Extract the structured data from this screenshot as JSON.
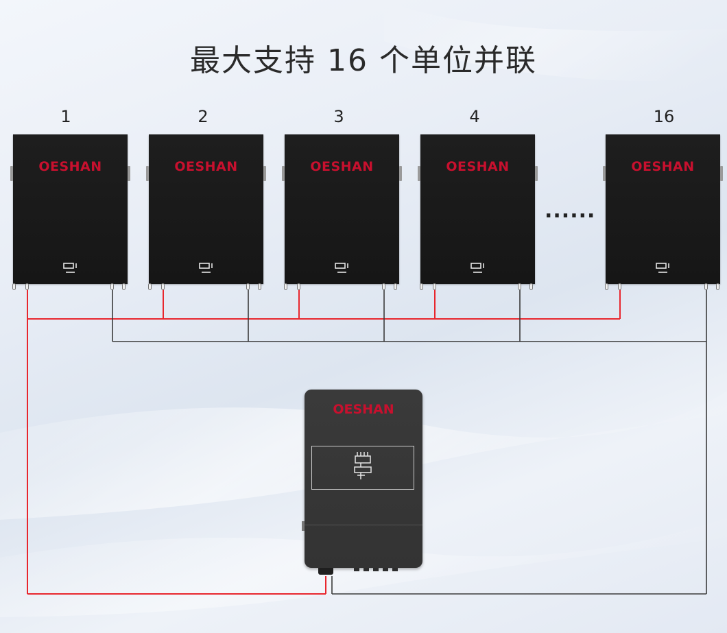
{
  "title": "最大支持 16 个单位并联",
  "units": [
    {
      "number": "1",
      "brand": "OESHAN"
    },
    {
      "number": "2",
      "brand": "OESHAN"
    },
    {
      "number": "3",
      "brand": "OESHAN"
    },
    {
      "number": "4",
      "brand": "OESHAN"
    },
    {
      "number": "16",
      "brand": "OESHAN"
    }
  ],
  "ellipsis": "......",
  "inverter": {
    "brand": "OESHAN"
  },
  "colors": {
    "positive_wire": "#e8262d",
    "negative_wire": "#3a3a3a",
    "brand": "#c8102e",
    "battery_body": "#1a1a1a",
    "inverter_body": "#373737"
  },
  "icons": {
    "battery_indicator": "battery-bms-icon",
    "inverter_display": "inverter-module-icon"
  }
}
